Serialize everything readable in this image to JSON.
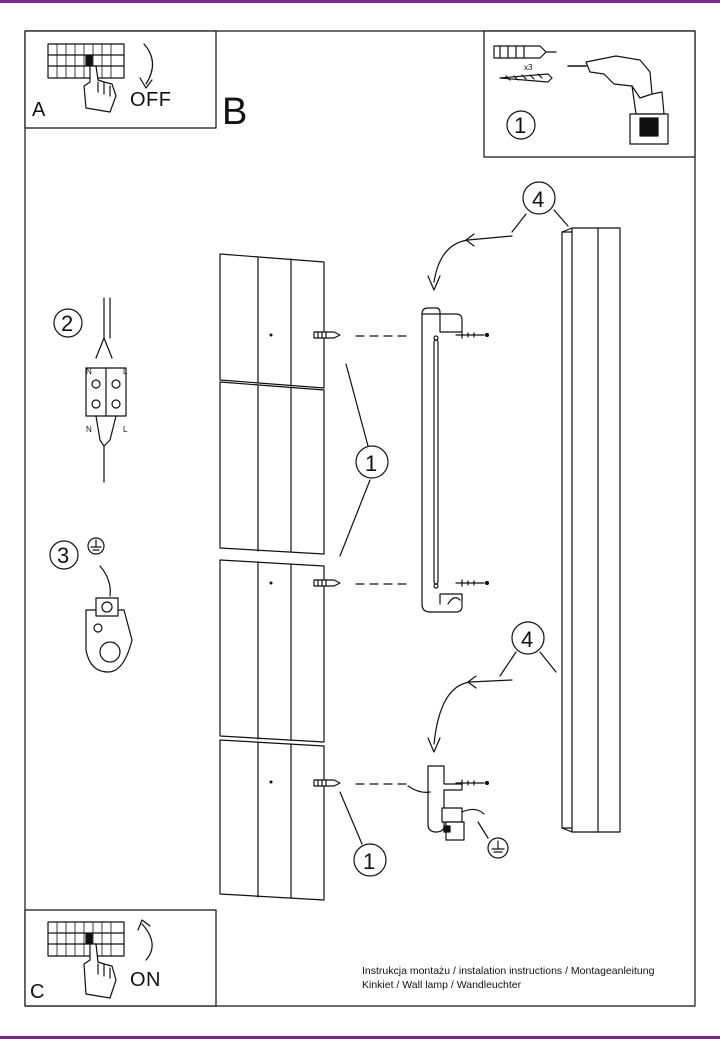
{
  "panels": {
    "a": {
      "letter": "A",
      "label": "OFF"
    },
    "b": {
      "letter": "B"
    },
    "c": {
      "letter": "C",
      "label": "ON"
    }
  },
  "tools": {
    "quantity": "x3",
    "step": "1"
  },
  "steps": {
    "wiring": "2",
    "ground": "3",
    "mount_middle": "1",
    "mount_bottom": "1",
    "slide_top": "4",
    "slide_bottom": "4"
  },
  "terminal_labels": {
    "n_top": "N",
    "l_top": "L",
    "n_bottom": "N",
    "l_bottom": "L"
  },
  "footer": {
    "line1": "Instrukcja montażu / instalation instructions / Montageanleitung",
    "line2": "Kinkiet / Wall lamp / Wandleuchter"
  }
}
